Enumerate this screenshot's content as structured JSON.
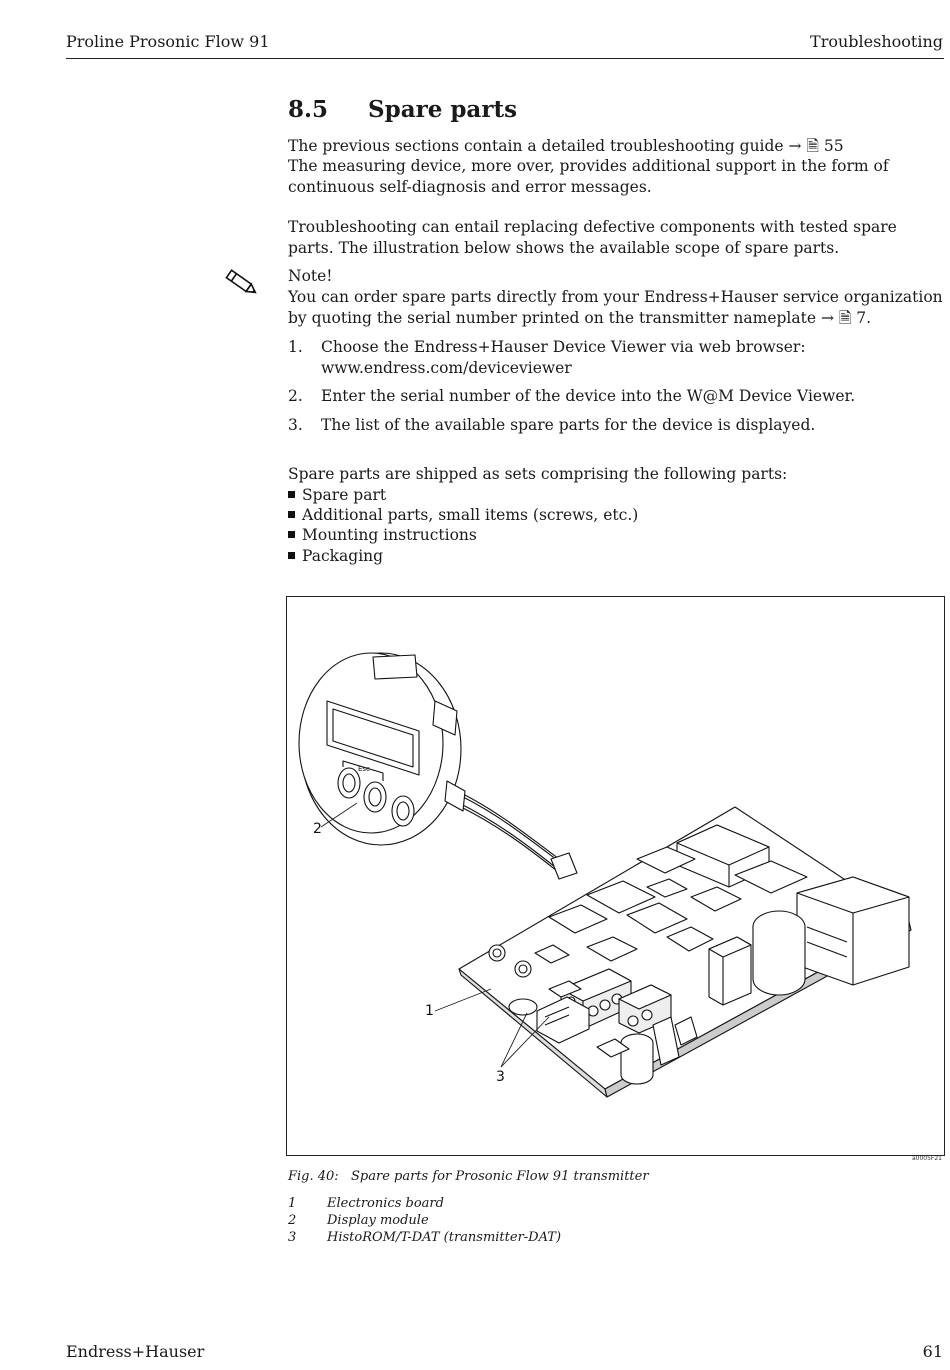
{
  "header": {
    "left": "Proline Prosonic Flow 91",
    "right": "Troubleshooting"
  },
  "section": {
    "number": "8.5",
    "title": "Spare parts"
  },
  "intro": {
    "line1": "The previous sections contain a detailed troubleshooting guide → 🗎 55",
    "line2": "The measuring device, more over, provides additional support in the form of continuous self-diagnosis and error messages."
  },
  "para2": "Troubleshooting can entail replacing defective components with tested spare parts. The illustration below shows the available scope of spare parts.",
  "note": {
    "icon": "pencil-icon",
    "label": "Note!",
    "text": "You can order spare parts directly from your Endress+Hauser service organization by quoting the serial number printed on the transmitter nameplate → 🗎 7."
  },
  "steps": [
    {
      "num": "1.",
      "text": "Choose the Endress+Hauser Device Viewer via web browser:",
      "text2": "www.endress.com/deviceviewer"
    },
    {
      "num": "2.",
      "text": "Enter the serial number of the device into the W@M Device Viewer."
    },
    {
      "num": "3.",
      "text": "The list of the available spare parts for the device is displayed."
    }
  ],
  "sets": {
    "intro": "Spare parts are shipped as sets comprising the following parts:",
    "items": [
      "Spare part",
      "Additional parts, small items (screws, etc.)",
      "Mounting instructions",
      "Packaging"
    ]
  },
  "figure": {
    "callouts": [
      "2",
      "1",
      "3"
    ],
    "display_label": "Esc",
    "code": "a0005F21",
    "caption_num": "Fig. 40:",
    "caption_text": "Spare parts for Prosonic Flow 91 transmitter",
    "legend": [
      {
        "num": "1",
        "text": "Electronics board"
      },
      {
        "num": "2",
        "text": "Display module"
      },
      {
        "num": "3",
        "text": "HistoROM/T-DAT (transmitter-DAT)"
      }
    ]
  },
  "footer": {
    "left": "Endress+Hauser",
    "right": "61"
  }
}
